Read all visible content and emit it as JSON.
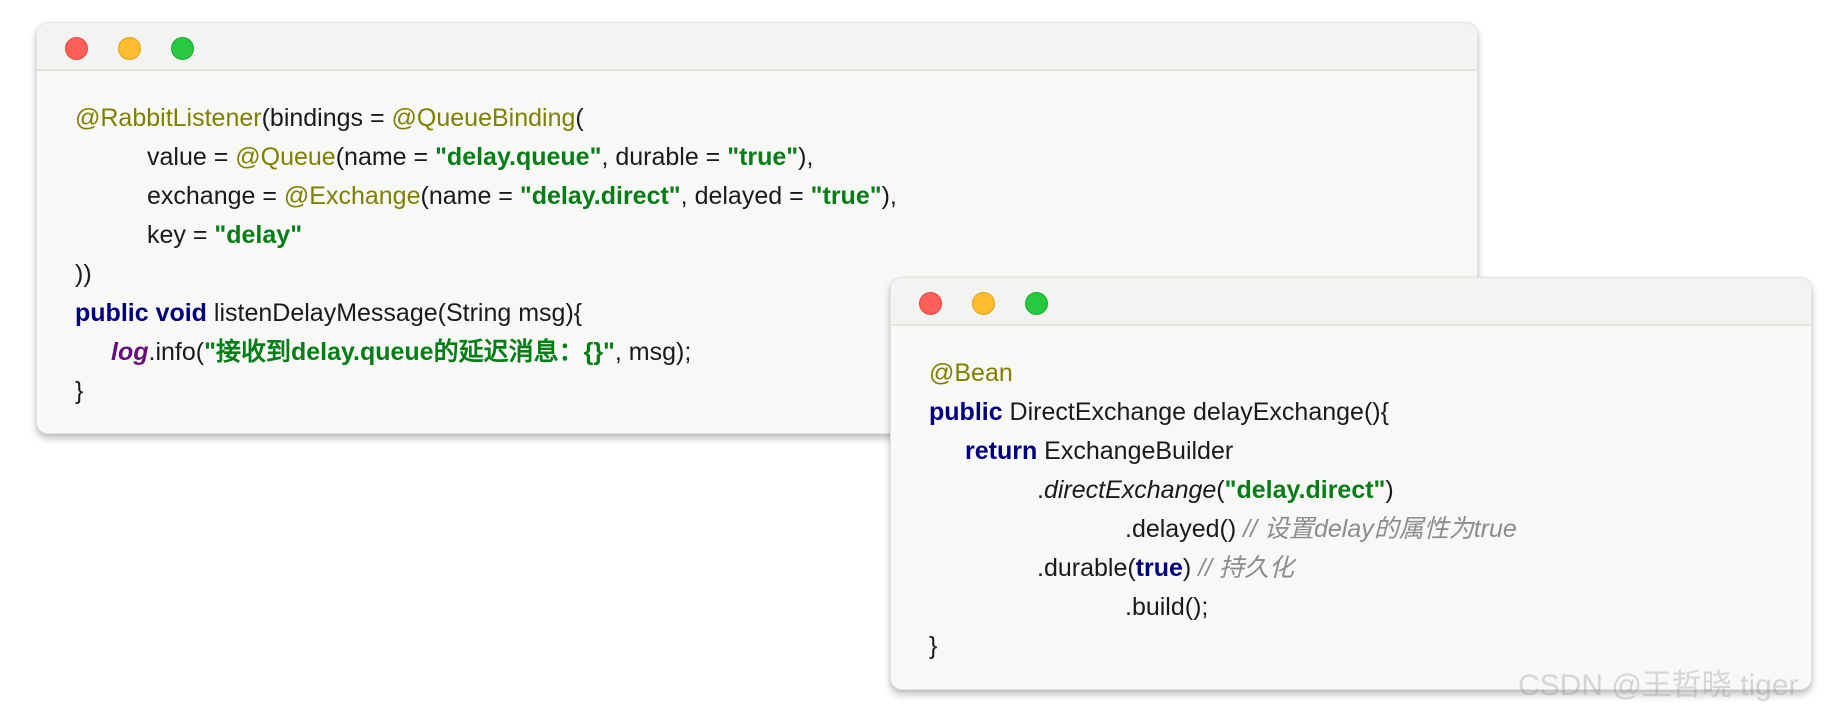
{
  "window1": {
    "controls": {
      "close": "close-button",
      "minimize": "minimize-button",
      "zoom": "zoom-button"
    },
    "lines": {
      "l1": {
        "a": "@RabbitListener",
        "b": "(bindings = ",
        "c": "@QueueBinding",
        "d": "("
      },
      "l2": {
        "a": "value = ",
        "b": "@Queue",
        "c": "(name = ",
        "d": "\"delay.queue\"",
        "e": ", durable = ",
        "f": "\"true\"",
        "g": "),"
      },
      "l3": {
        "a": "exchange = ",
        "b": "@Exchange",
        "c": "(name = ",
        "d": "\"delay.direct\"",
        "e": ", delayed = ",
        "f": "\"true\"",
        "g": "),"
      },
      "l4": {
        "a": "key = ",
        "b": "\"delay\""
      },
      "l5": {
        "a": "))"
      },
      "l6": {
        "a": "public",
        "b": " ",
        "c": "void",
        "d": " listenDelayMessage(String msg){"
      },
      "l7": {
        "a": "log",
        "b": ".info(",
        "c": "\"接收到delay.queue的延迟消息：{}\"",
        "d": ", msg);"
      },
      "l8": {
        "a": "}"
      }
    }
  },
  "window2": {
    "controls": {
      "close": "close-button",
      "minimize": "minimize-button",
      "zoom": "zoom-button"
    },
    "lines": {
      "l1": {
        "a": "@Bean"
      },
      "l2": {
        "a": "public",
        "b": " DirectExchange delayExchange(){"
      },
      "l3": {
        "a": "return",
        "b": " ExchangeBuilder"
      },
      "l4": {
        "a": ".",
        "b": "directExchange",
        "c": "(",
        "d": "\"delay.direct\"",
        "e": ")"
      },
      "l5": {
        "a": ".delayed() ",
        "b": "// 设置delay的属性为true"
      },
      "l6": {
        "a": ".durable(",
        "b": "true",
        "c": ") ",
        "d": "// 持久化"
      },
      "l7": {
        "a": ".build();"
      },
      "l8": {
        "a": "}"
      }
    }
  },
  "watermark": "CSDN @王哲晓 tiger",
  "colors": {
    "annotation": "#808000",
    "string": "#067d17",
    "keyword": "#000080",
    "field": "#660e7a",
    "comment": "#8c8c8c",
    "close": "#fe5f57",
    "minimize": "#febc2e",
    "zoom": "#28c840"
  }
}
